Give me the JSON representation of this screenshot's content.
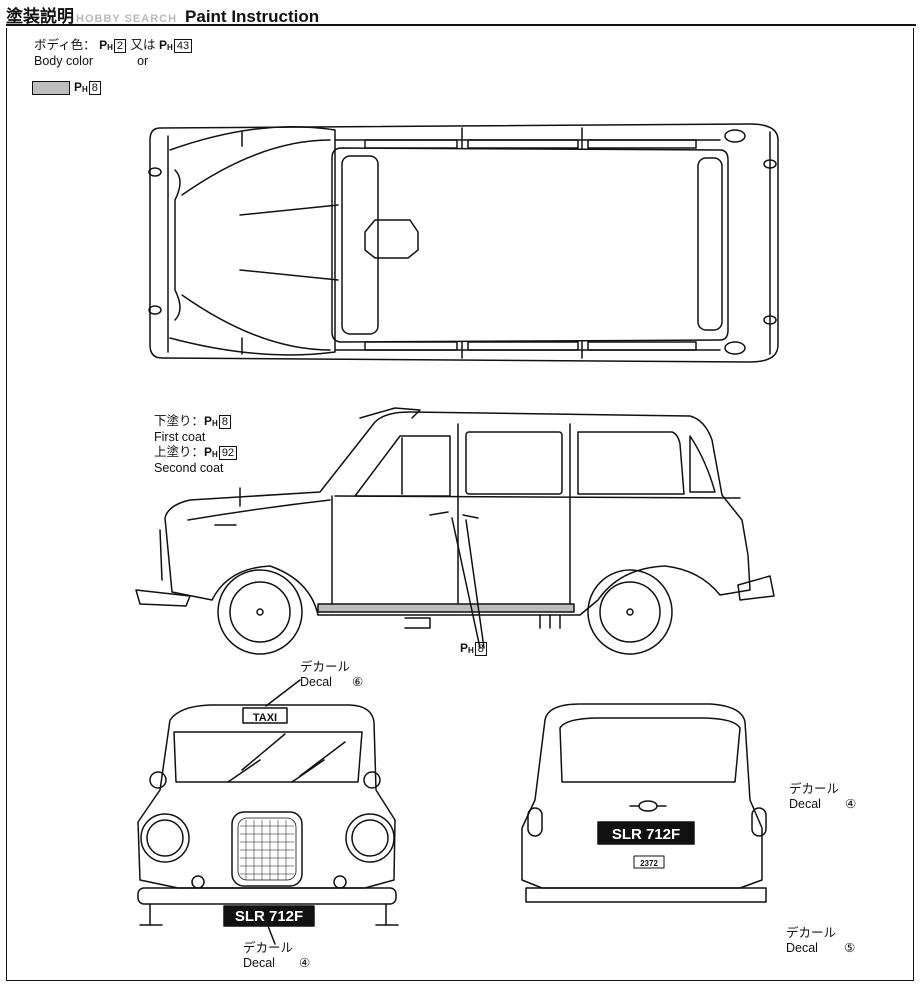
{
  "header": {
    "title_jp": "塗装説明",
    "watermark": "HOBBY SEARCH",
    "title_en": "Paint Instruction"
  },
  "body_color": {
    "label_jp": "ボディ色：",
    "code1": "2",
    "or_jp": "又は",
    "code2": "43",
    "label_en": "Body color",
    "or_en": "or"
  },
  "swatch": {
    "code": "8",
    "color": "#bdbdbd"
  },
  "coat": {
    "first_jp": "下塗り：",
    "first_code": "8",
    "first_en": "First coat",
    "second_jp": "上塗り：",
    "second_code": "92",
    "second_en": "Second coat"
  },
  "side_callout": {
    "code": "8"
  },
  "ph_label": "P",
  "ph_sub": "H",
  "decals": {
    "front_top": {
      "jp": "デカール",
      "en": "Decal",
      "num": "⑥"
    },
    "rear_plate": {
      "jp": "デカール",
      "en": "Decal",
      "num": "④"
    },
    "rear_tag": {
      "jp": "デカール",
      "en": "Decal",
      "num": "⑤"
    },
    "front_plate": {
      "jp": "デカール",
      "en": "Decal",
      "num": "④"
    }
  },
  "taxi_sign": "TAXI",
  "plate_text": "SLR 712F",
  "rear_plate_text": "SLR 712F",
  "tag_text": "2372"
}
